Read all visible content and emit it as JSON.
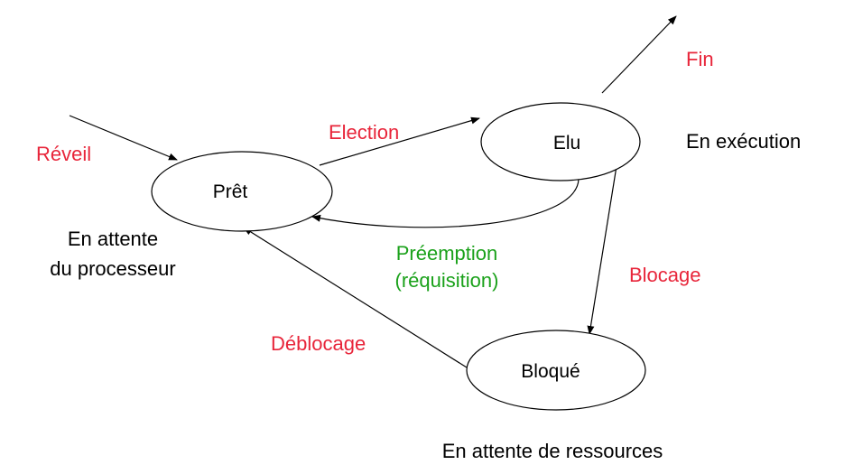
{
  "colors": {
    "transition_label": "#e8253a",
    "preemption_label": "#1aa11a",
    "stroke": "#000000",
    "background": "#ffffff"
  },
  "states": {
    "pret": {
      "label": "Prêt",
      "description_line1": "En attente",
      "description_line2": "du processeur"
    },
    "elu": {
      "label": "Elu",
      "description": "En exécution"
    },
    "bloque": {
      "label": "Bloqué",
      "description": "En attente de ressources"
    }
  },
  "transitions": {
    "reveil": "Réveil",
    "election": "Election",
    "fin": "Fin",
    "preemption_line1": "Préemption",
    "preemption_line2": "(réquisition)",
    "blocage": "Blocage",
    "deblocage": "Déblocage"
  }
}
